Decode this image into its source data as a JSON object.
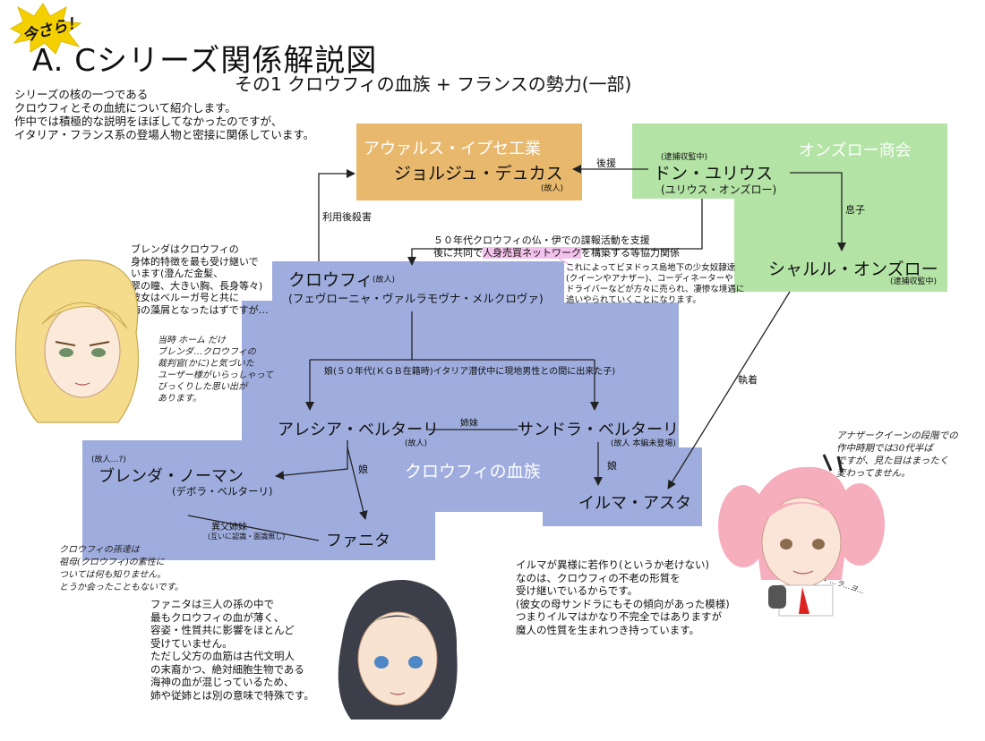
{
  "header": {
    "badge": "今さら！",
    "title": "A. Cシリーズ関係解説図",
    "subtitle": "その1 クロウフィの血族 + フランスの勢力(一部)"
  },
  "intro": "シリーズの核の一つである\nクロウフィとその血統について紹介します。\n作中では積極的な説明をほぼしてなかったのですが、\nイタリア・フランス系の登場人物と密接に関係しています。",
  "colors": {
    "orange": "#e8b86d",
    "green": "#b3e3a5",
    "blue": "#9fadde",
    "highlight": "#f3c2ec",
    "line": "#222222"
  },
  "groups": {
    "aur": {
      "name": "アウァルス・イプセ工業",
      "person": "ジョルジュ・デュカス",
      "note": "(故人)"
    },
    "onz": {
      "name": "オンズロー商会",
      "pre": "(逮捕収監中)",
      "person": "ドン・ユリウス",
      "sub": "(ユリウス・オンズロー)",
      "child": "シャルル・オンズロー",
      "child_note": "(逮捕収監中)"
    },
    "blood": {
      "name": "クロウフィの血族"
    }
  },
  "people": {
    "crowfi": {
      "name": "クロウフィ",
      "note": "(故人)",
      "full": "(フェヴローニャ・ヴァルラモヴナ・メルクロヴァ)"
    },
    "alessia": {
      "name": "アレシア・ベルターリ",
      "note": "(故人)"
    },
    "sandra": {
      "name": "サンドラ・ベルターリ",
      "note": "(故人 本編未登場)"
    },
    "brenda": {
      "pre": "(故人…?)",
      "name": "ブレンダ・ノーマン",
      "sub": "(デボラ・ベルターリ)"
    },
    "fanita": {
      "name": "ファニタ"
    },
    "irma": {
      "name": "イルマ・アスタ"
    }
  },
  "relations": {
    "support": "後援",
    "son": "息子",
    "murder": "利用後殺害",
    "cooperation_pre": "５０年代クロウフィの仏・伊での諜報活動を支援\n後に共同で",
    "cooperation_hl": "人身売買ネットワーク",
    "cooperation_post": "を構築する等協力関係",
    "daughter_desc": "娘(５０年代(ＫＧＢ在籍時)イタリア潜伏中に現地男性との間に出来た子)",
    "sisters": "姉妹",
    "daughter": "娘",
    "daughter2": "娘",
    "obsession": "執着",
    "half_sisters": "異父姉妹",
    "half_sisters_note": "(互いに認識・面識無し)"
  },
  "notes": {
    "network": "これによってビヌドゥス島地下の少女奴隷達\n(クイーンやアナザー)、コーディネーターや\nドライバーなどが方々に売られ、凄惨な境遇に\n追いやられていくことになります。",
    "brenda": "ブレンダはクロウフィの\n身体的特徴を最も受け継いで\nいます(澄んだ金髪、\n翠の瞳、大きい胸、長身等々)\n彼女はベルーガ号と共に\n海の藻屑となったはずですが…",
    "brenda_hand": "当時 ホーム だけ\nブレンダ…クロウフィの\n裁判官(かに)と気づいた\nユーザー様がいらっしゃって\nびっくりした思い出が\nあります。",
    "grandchild_hand": "クロウフィの孫達は\n祖母(クロウフィ)の素性に\nついては何も知りません。\nとうか会ったこともないです。",
    "fanita": "ファニタは三人の孫の中で\n最もクロウフィの血が薄く、\n容姿・性質共に影響をほとんど\n受けていません。\nただし父方の血筋は古代文明人\nの末裔かつ、絶対細胞生物である\n海神の血が混じっているため、\n姉や従姉とは別の意味で特殊です。",
    "irma": "イルマが異様に若作り(というか老けない)\nなのは、クロウフィの不老の形質を\n受け継いでいるからです。\n(彼女の母サンドラにもその傾向があった模様)\nつまりイルマはかなり不完全ではありますが\n魔人の性質を生まれつき持っています。",
    "irma_hand": "アナザークイーンの段階での\n作中時期では30代半ば\nですが、見た目はまったく\n変わってません。",
    "irma_mutter": "ア…ラ…ヨ…"
  }
}
